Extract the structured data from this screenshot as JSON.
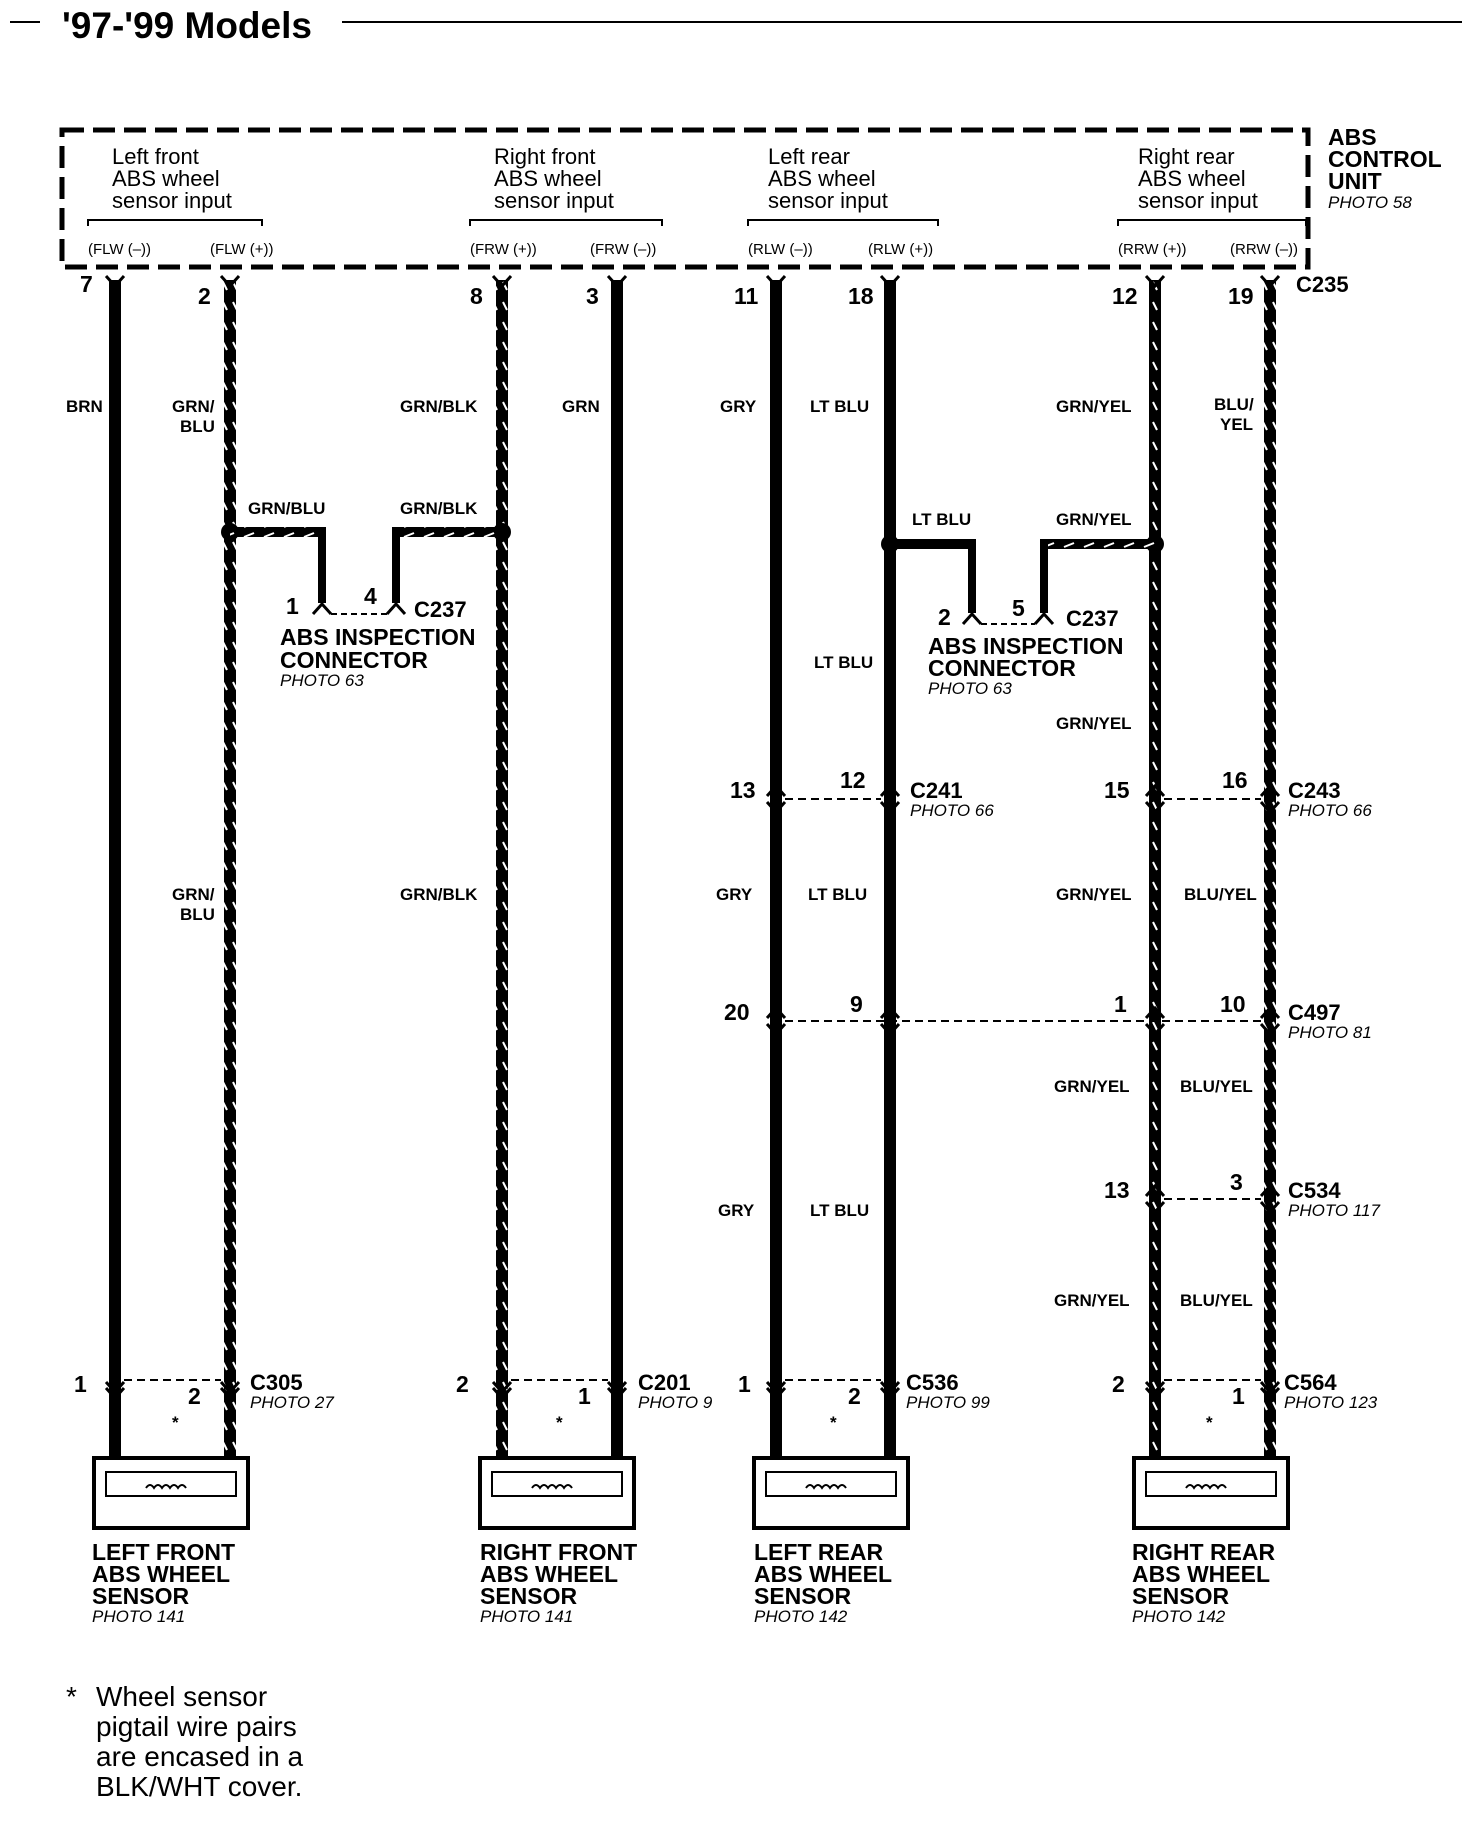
{
  "title": "'97-'99 Models",
  "unit": {
    "line1": "ABS",
    "line2": "CONTROL",
    "line3": "UNIT",
    "photo": "PHOTO 58",
    "connector": "C235"
  },
  "inputs": {
    "lf": [
      "Left front",
      "ABS wheel",
      "sensor input"
    ],
    "rf": [
      "Right front",
      "ABS wheel",
      "sensor input"
    ],
    "lr": [
      "Left rear",
      "ABS wheel",
      "sensor input"
    ],
    "rr": [
      "Right rear",
      "ABS wheel",
      "sensor input"
    ]
  },
  "terminals": {
    "flw_neg": "(FLW (–))",
    "flw_pos": "(FLW (+))",
    "frw_pos": "(FRW (+))",
    "frw_neg": "(FRW (–))",
    "rlw_neg": "(RLW (–))",
    "rlw_pos": "(RLW (+))",
    "rrw_pos": "(RRW (+))",
    "rrw_neg": "(RRW (–))"
  },
  "unit_pins": {
    "w1": "7",
    "w2": "2",
    "w3": "8",
    "w4": "3",
    "w5": "11",
    "w6": "18",
    "w7": "12",
    "w8": "19"
  },
  "wire_colors": {
    "brn": "BRN",
    "grnblu_1a": "GRN/",
    "grnblu_1b": "BLU",
    "grnblk_1": "GRN/BLK",
    "grn": "GRN",
    "gry_1": "GRY",
    "ltblu_1": "LT BLU",
    "grnyel_1": "GRN/YEL",
    "bluyel_1a": "BLU/",
    "bluyel_1b": "YEL",
    "grnblu_h": "GRN/BLU",
    "grnblk_h": "GRN/BLK",
    "ltblu_h": "LT BLU",
    "grnyel_h": "GRN/YEL",
    "ltblu_2": "LT BLU",
    "grnyel_2": "GRN/YEL",
    "grnblu_2a": "GRN/",
    "grnblu_2b": "BLU",
    "grnblk_2": "GRN/BLK",
    "gry_2": "GRY",
    "ltblu_3": "LT BLU",
    "grnyel_3": "GRN/YEL",
    "bluyel_3": "BLU/YEL",
    "grnyel_4": "GRN/YEL",
    "bluyel_4": "BLU/YEL",
    "gry_5": "GRY",
    "ltblu_5": "LT BLU",
    "grnyel_6": "GRN/YEL",
    "bluyel_6": "BLU/YEL"
  },
  "inspection": {
    "left": {
      "pin_a": "1",
      "pin_b": "4",
      "connector": "C237",
      "line1": "ABS INSPECTION",
      "line2": "CONNECTOR",
      "photo": "PHOTO 63"
    },
    "right": {
      "pin_a": "2",
      "pin_b": "5",
      "connector": "C237",
      "line1": "ABS INSPECTION",
      "line2": "CONNECTOR",
      "photo": "PHOTO 63"
    }
  },
  "connectors": {
    "c241": {
      "name": "C241",
      "photo": "PHOTO 66",
      "pin_a": "13",
      "pin_b": "12"
    },
    "c243": {
      "name": "C243",
      "photo": "PHOTO 66",
      "pin_a": "15",
      "pin_b": "16"
    },
    "c497": {
      "name": "C497",
      "photo": "PHOTO 81",
      "pin_a": "20",
      "pin_b": "9",
      "pin_c": "1",
      "pin_d": "10"
    },
    "c534": {
      "name": "C534",
      "photo": "PHOTO 117",
      "pin_a": "13",
      "pin_b": "3"
    },
    "c305": {
      "name": "C305",
      "photo": "PHOTO 27",
      "pin_a": "1",
      "pin_b": "2"
    },
    "c201": {
      "name": "C201",
      "photo": "PHOTO 9",
      "pin_a": "2",
      "pin_b": "1"
    },
    "c536": {
      "name": "C536",
      "photo": "PHOTO 99",
      "pin_a": "1",
      "pin_b": "2"
    },
    "c564": {
      "name": "C564",
      "photo": "PHOTO 123",
      "pin_a": "2",
      "pin_b": "1"
    }
  },
  "sensors": {
    "lf": {
      "line1": "LEFT FRONT",
      "line2": "ABS WHEEL",
      "line3": "SENSOR",
      "photo": "PHOTO 141"
    },
    "rf": {
      "line1": "RIGHT FRONT",
      "line2": "ABS WHEEL",
      "line3": "SENSOR",
      "photo": "PHOTO 141"
    },
    "lr": {
      "line1": "LEFT REAR",
      "line2": "ABS WHEEL",
      "line3": "SENSOR",
      "photo": "PHOTO 142"
    },
    "rr": {
      "line1": "RIGHT REAR",
      "line2": "ABS WHEEL",
      "line3": "SENSOR",
      "photo": "PHOTO 142"
    }
  },
  "footnote": {
    "mark": "*",
    "lines": [
      "Wheel sensor",
      "pigtail wire pairs",
      "are encased in a",
      "BLK/WHT cover."
    ]
  },
  "colors": {
    "ink": "#000000",
    "paper": "#ffffff"
  }
}
